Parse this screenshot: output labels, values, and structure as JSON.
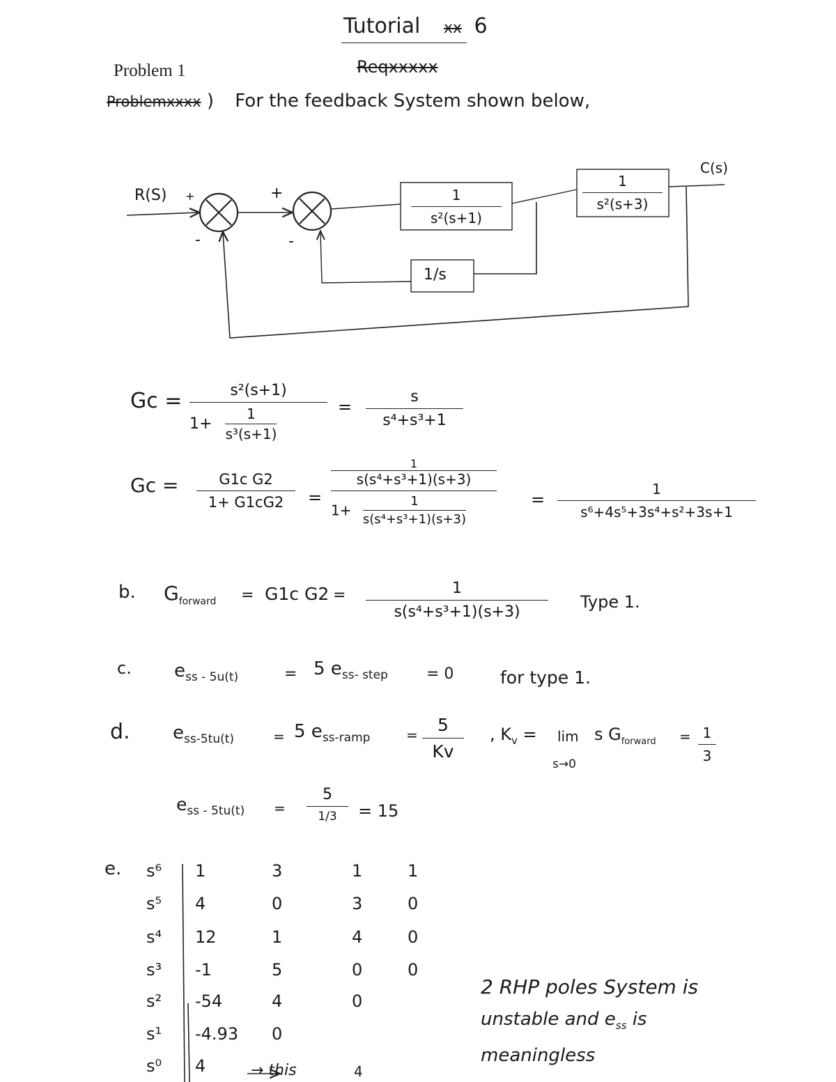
{
  "header": {
    "title": "Tutorial",
    "title_strike": "xx",
    "title_number": "6",
    "subtitle_strike": "Reqxxxxx",
    "problem_label": "Problem 1",
    "problem_strike": "Problemxxxx",
    "problem_paren": ")",
    "intro_text": "For   the   feedback  System  shown  below,"
  },
  "diagram": {
    "input_label": "R(S)",
    "plus1": "+",
    "minus1": "-",
    "plus2": "+",
    "minus2": "-",
    "output_label": "C(s)",
    "block1_num": "1",
    "block1_den": "s²(s+1)",
    "block2_num": "1",
    "block2_den": "s²(s+3)",
    "feedback_block": "1/s"
  },
  "part_a": {
    "line1_lhs": "Gc =",
    "line1_num": "s²(s+1)",
    "line1_den_prefix": "1+",
    "line1_den_inner_num": "1",
    "line1_den_inner_den": "s³(s+1)",
    "line1_eq": "=",
    "line1_res_num": "s",
    "line1_res_den": "s⁴+s³+1",
    "line2_lhs": "Gc =",
    "line2_num": "G1c G2",
    "line2_den": "1+ G1cG2",
    "line2_eq1": "=",
    "line2_mid_num_top": "1",
    "line2_mid_num": "s(s⁴+s³+1)(s+3)",
    "line2_mid_den_prefix": "1+",
    "line2_mid_den_inner_num": "1",
    "line2_mid_den_inner_den": "s(s⁴+s³+1)(s+3)",
    "line2_eq2": "=",
    "line2_res_num": "1",
    "line2_res_den": "s⁶+4s⁵+3s⁴+s²+3s+1"
  },
  "part_b": {
    "label": "b.",
    "lhs": "G",
    "lhs_sub": "forward",
    "eq1": "=",
    "mid": "G1c G2",
    "eq2": "=",
    "num": "1",
    "den": "s(s⁴+s³+1)(s+3)",
    "note": "Type  1."
  },
  "part_c": {
    "label": "c.",
    "lhs": "e",
    "lhs_sub": "ss - 5u(t)",
    "eq": "=",
    "rhs": "5 e",
    "rhs_sub": "ss- step",
    "result": "= 0",
    "note": "for  type 1."
  },
  "part_d": {
    "label": "d.",
    "lhs": "e",
    "lhs_sub": "ss-5tu(t)",
    "eq": "=",
    "rhs": "5 e",
    "rhs_sub": "ss-ramp",
    "eq2": "=",
    "frac_num": "5",
    "frac_den": "Kv",
    "kv_text": ", K",
    "kv_sub": "v",
    "kv_eq": "=",
    "lim": "lim",
    "lim_sub": "s→0",
    "kv_expr": "s G",
    "kv_expr_sub": "forward",
    "kv_eq2": "=",
    "kv_num": "1",
    "kv_den": "3",
    "line2_lhs": "e",
    "line2_lhs_sub": "ss - 5tu(t)",
    "line2_eq": "=",
    "line2_num": "5",
    "line2_den": "1/3",
    "line2_result": "= 15"
  },
  "part_e": {
    "label": "e.",
    "rows": [
      {
        "pow": "s⁶",
        "cells": [
          "1",
          "3",
          "1",
          "1"
        ]
      },
      {
        "pow": "s⁵",
        "cells": [
          "4",
          "0",
          "3",
          "0"
        ]
      },
      {
        "pow": "s⁴",
        "cells": [
          "12",
          "1",
          "4",
          "0"
        ]
      },
      {
        "pow": "s³",
        "cells": [
          "-1",
          "5",
          "0",
          "0"
        ]
      },
      {
        "pow": "s²",
        "cells": [
          "-54",
          "4",
          "0",
          ""
        ]
      },
      {
        "pow": "s¹",
        "cells": [
          "-4.93",
          "0",
          "",
          ""
        ]
      },
      {
        "pow": "s⁰",
        "cells": [
          "4",
          "",
          "",
          ""
        ]
      }
    ],
    "arrow_note": "→ this",
    "arrow_value": "4",
    "conclusion_1": "2  RHP  poles  System is",
    "conclusion_2": "unstable    and  e",
    "conclusion_2_sub": "ss",
    "conclusion_2_end": " is",
    "conclusion_3": "meaningless"
  }
}
